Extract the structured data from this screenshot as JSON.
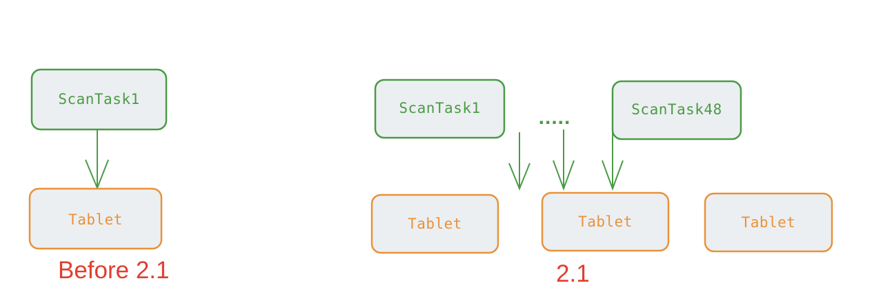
{
  "colors": {
    "task_stroke": "#4a9b45",
    "task_text": "#4a9b45",
    "tablet_stroke": "#e8923b",
    "tablet_text": "#e8923b",
    "box_fill": "#eceff2",
    "arrow": "#4a9b45",
    "caption": "#e03e2f"
  },
  "before": {
    "scan_task": "ScanTask1",
    "tablet": "Tablet",
    "caption": "Before 2.1"
  },
  "after": {
    "scan_task_first": "ScanTask1",
    "ellipsis": ".....",
    "scan_task_last": "ScanTask48",
    "tablets": [
      "Tablet",
      "Tablet",
      "Tablet"
    ],
    "caption": "2.1"
  }
}
